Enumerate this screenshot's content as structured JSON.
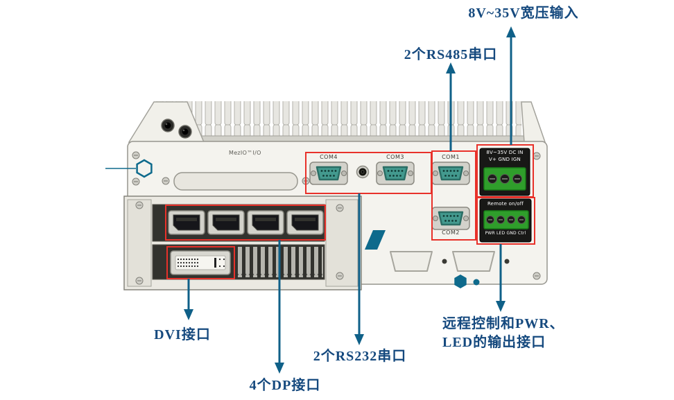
{
  "callouts": {
    "power": "8V~35V宽压输入",
    "rs485": "2个RS485串口",
    "rs232": "2个RS232串口",
    "dvi": "DVI接口",
    "dp": "4个DP接口",
    "remote_line1": "远程控制和PWR、",
    "remote_line2": "LED的输出接口"
  },
  "device": {
    "mezio_label": "MezIO™I/O",
    "com_ports": {
      "com1": "COM1",
      "com2": "COM2",
      "com3": "COM3",
      "com4": "COM4"
    },
    "dc_in": {
      "line1": "8V~35V DC IN",
      "line2": "V+ GND IGN"
    },
    "remote": {
      "header": "Remote on/off",
      "pins": "PWR LED GND Ctrl"
    }
  },
  "colors": {
    "callout_text": "#15497e",
    "arrow": "#0f6088",
    "highlight_box": "#e8312a",
    "accent_teal": "#0e6a8c",
    "connector_face": "#43998e",
    "terminal_green": "#2f9e2b",
    "chassis": "#f4f3ee"
  }
}
